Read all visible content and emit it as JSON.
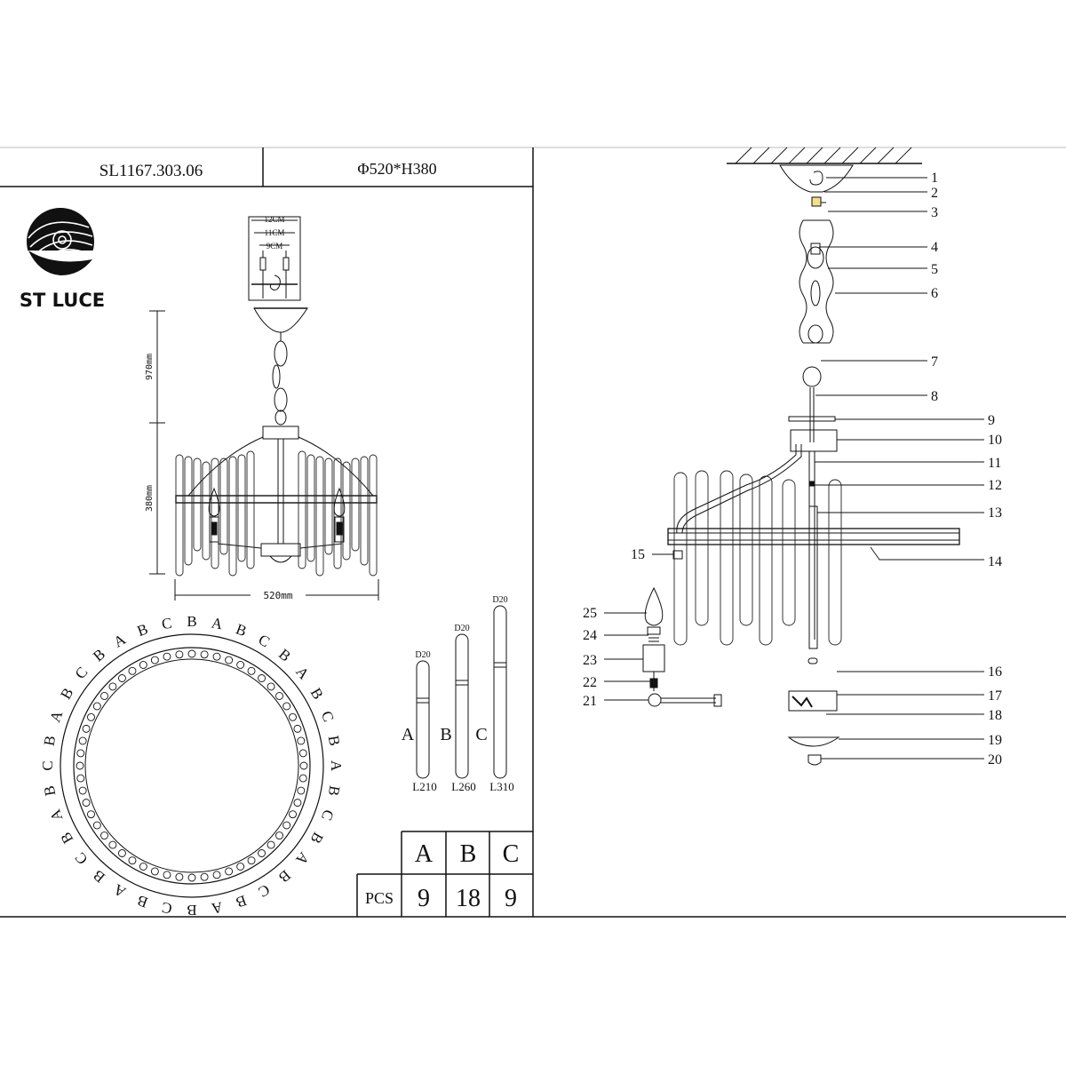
{
  "header": {
    "model": "SL1167.303.06",
    "size": "Φ520*H380"
  },
  "brand": {
    "name": "ST LUCE"
  },
  "canopy_detail": {
    "dim_outer": "12CM",
    "dim_middle": "11CM",
    "dim_inner": "9CM"
  },
  "front_view": {
    "height_chain": "970mm",
    "height_body": "380mm",
    "width": "520mm"
  },
  "ring_layout": {
    "sequence": [
      "B",
      "A",
      "B",
      "C",
      "B",
      "A",
      "B",
      "C",
      "B",
      "A",
      "B",
      "C",
      "B",
      "A",
      "B",
      "C",
      "B",
      "A",
      "B",
      "C",
      "B",
      "A",
      "B",
      "C",
      "B",
      "A",
      "B",
      "C",
      "B",
      "A",
      "B",
      "C",
      "B",
      "A",
      "B",
      "C"
    ]
  },
  "rods": [
    {
      "type": "A",
      "diameter": "D20",
      "length": "L210"
    },
    {
      "type": "B",
      "diameter": "D20",
      "length": "L260"
    },
    {
      "type": "C",
      "diameter": "D20",
      "length": "L310"
    }
  ],
  "pcs_table": {
    "row_label": "PCS",
    "headers": [
      "A",
      "B",
      "C"
    ],
    "values": [
      "9",
      "18",
      "9"
    ]
  },
  "parts": {
    "numbers": [
      "1",
      "2",
      "3",
      "4",
      "5",
      "6",
      "7",
      "8",
      "9",
      "10",
      "11",
      "12",
      "13",
      "14",
      "15",
      "16",
      "17",
      "18",
      "19",
      "20",
      "21",
      "22",
      "23",
      "24",
      "25"
    ]
  }
}
